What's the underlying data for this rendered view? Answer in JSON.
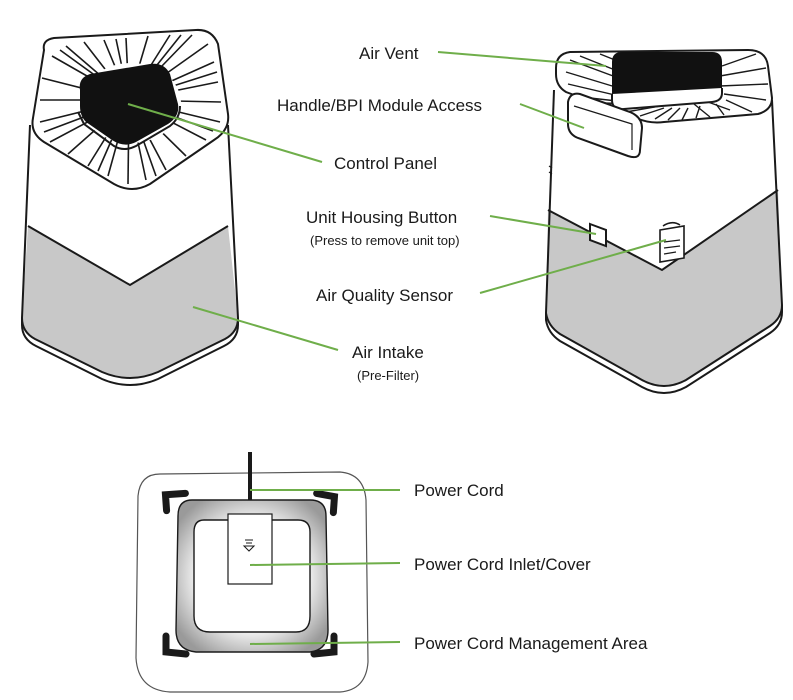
{
  "labels": {
    "air_vent": "Air Vent",
    "handle_bpi": "Handle/BPI Module Access",
    "control_panel": "Control Panel",
    "unit_housing_button": "Unit Housing Button",
    "unit_housing_button_note": "(Press to remove unit top)",
    "air_quality_sensor": "Air Quality Sensor",
    "air_intake": "Air Intake",
    "air_intake_note": "(Pre-Filter)",
    "power_cord": "Power Cord",
    "power_cord_inlet": "Power Cord Inlet/Cover",
    "power_cord_management": "Power Cord Management Area"
  },
  "colors": {
    "leader_line": "#6fae4a",
    "outline": "#1a1a1a",
    "base_band": "#c8c8c8",
    "body": "#ffffff",
    "panel": "#111111"
  }
}
